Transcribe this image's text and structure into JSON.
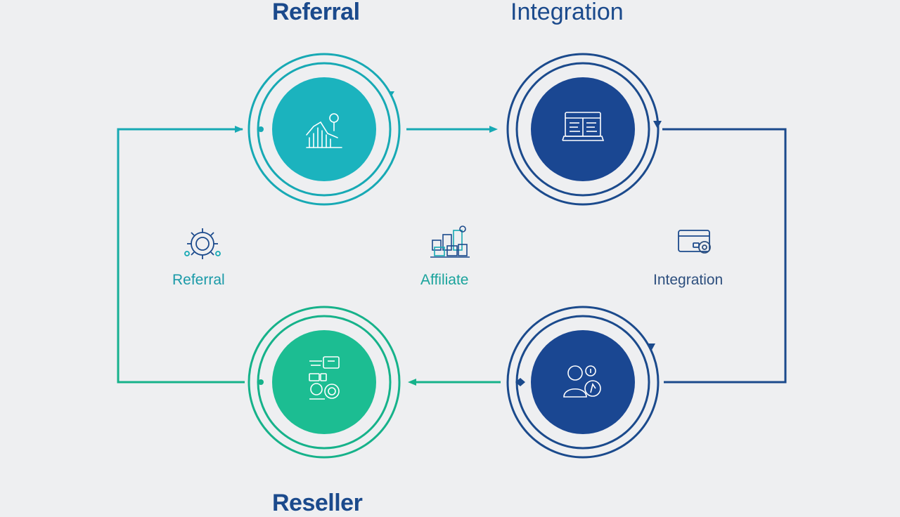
{
  "headings": {
    "top_left": "Referral",
    "top_right": "Integration",
    "bottom": "Reseller"
  },
  "middle_labels": {
    "left": "Referral",
    "center": "Affiliate",
    "right": "Integration"
  },
  "nodes": [
    {
      "id": "top-left",
      "icon": "analytics-chart-icon"
    },
    {
      "id": "top-right",
      "icon": "dashboard-monitor-icon"
    },
    {
      "id": "bottom-right",
      "icon": "users-icon"
    },
    {
      "id": "bottom-left",
      "icon": "reseller-devices-icon"
    }
  ],
  "middle_icons": [
    "gear-network-icon",
    "affiliate-boxes-icon",
    "payment-card-icon"
  ],
  "colors": {
    "background": "#eeeff1",
    "teal": "#17a9b4",
    "teal_fill": "#1bb3be",
    "green": "#16b28a",
    "green_fill": "#1cbd92",
    "navy": "#1b4a8c",
    "navy_fill": "#1a4792",
    "heading_text": "#1b4a8c",
    "label_left": "#1a9aa8",
    "label_center": "#1aa39c",
    "label_right": "#2d4f7e"
  }
}
